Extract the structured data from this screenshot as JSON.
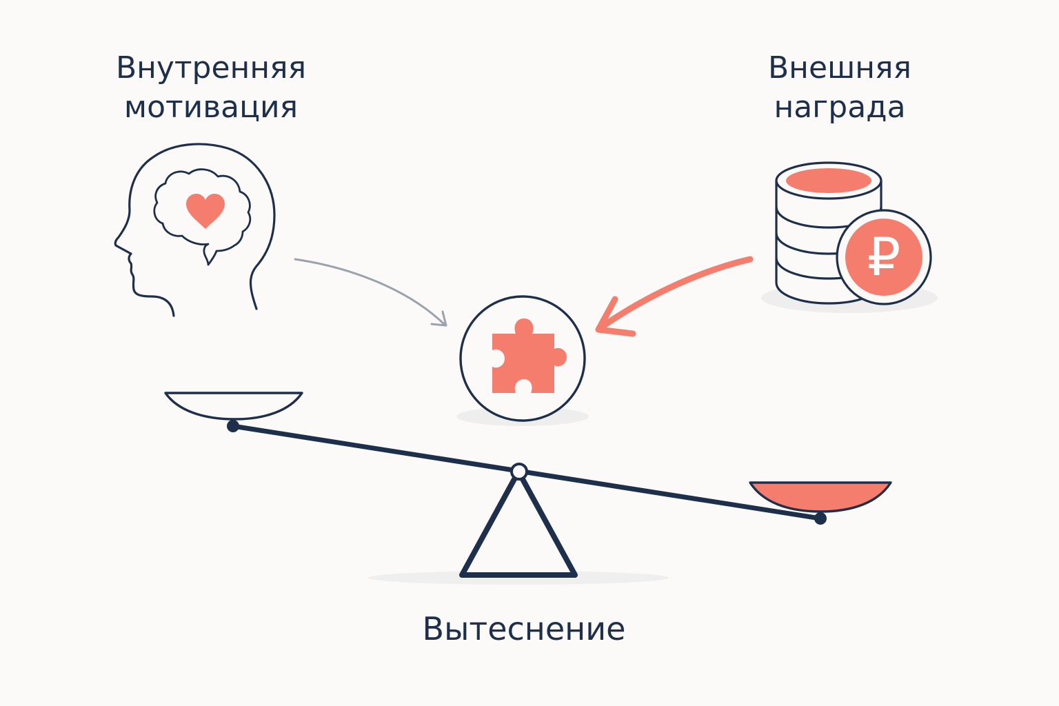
{
  "labels": {
    "intrinsic_line1": "Внутренняя",
    "intrinsic_line2": "мотивация",
    "extrinsic_line1": "Внешняя",
    "extrinsic_line2": "награда",
    "caption": "Вытеснение"
  },
  "icons": {
    "head": "head-with-heart-icon",
    "coins": "coin-stack-icon",
    "ruble_symbol": "₽",
    "puzzle": "puzzle-piece-icon",
    "scale": "seesaw-balance-icon"
  },
  "colors": {
    "ink": "#1d2f4a",
    "accent": "#f47d6d",
    "accent_light": "#f8a094",
    "gray_arrow": "#9aa2ad",
    "background": "#fbfaf8"
  }
}
